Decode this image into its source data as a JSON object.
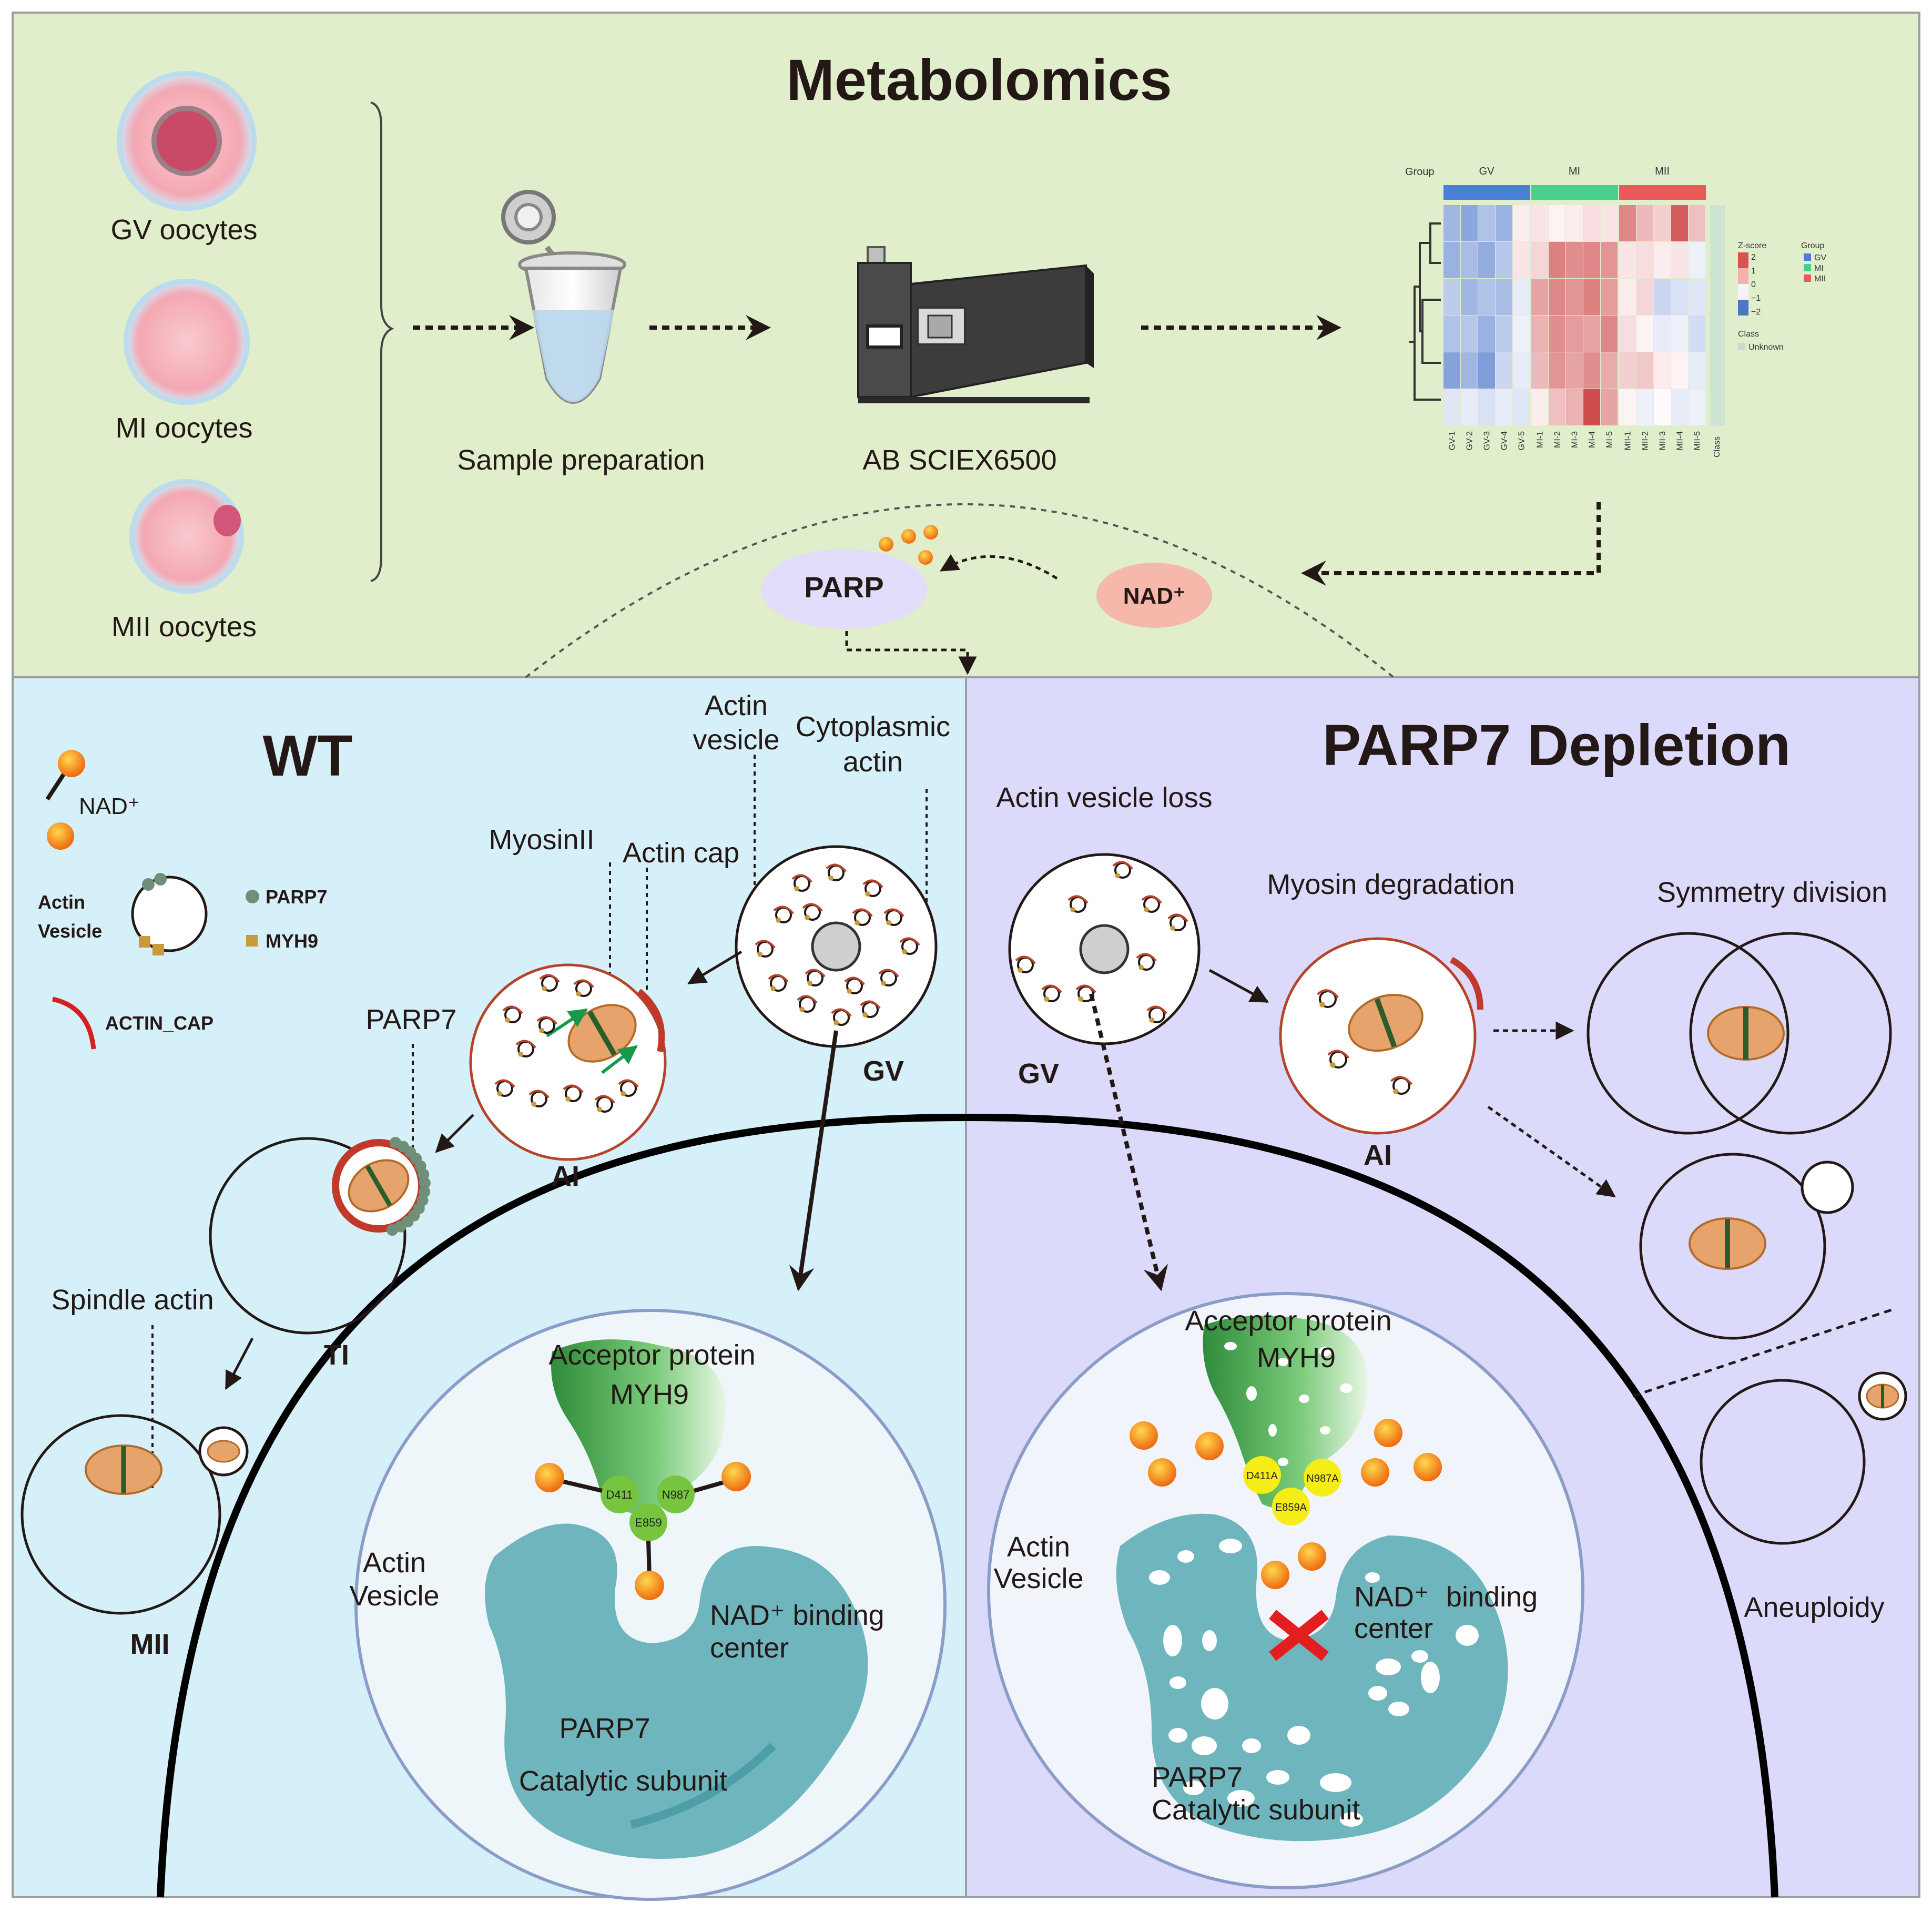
{
  "colors": {
    "top_panel_bg": "#e1eecb",
    "wt_panel_bg": "#d6f0fa",
    "depletion_panel_bg": "#dcdafa",
    "nad_dot": "#f5a623",
    "actin_cap": "#c0392b",
    "parp7_dot": "#6f8f78",
    "myh9_square": "#c99a3c",
    "catalytic": "#6fb5bd",
    "acceptor": "#5db865",
    "heatmap_red": "#d9534f",
    "heatmap_blue": "#4a78c2"
  },
  "top": {
    "title": "Metabolomics",
    "oocytes": [
      "GV oocytes",
      "MI oocytes",
      "MII oocytes"
    ],
    "sample_label": "Sample preparation",
    "instrument_label": "AB SCIEX6500",
    "parp_label": "PARP",
    "nad_label": "NAD⁺",
    "heatmap": {
      "group_label": "Group",
      "groups": [
        "GV",
        "MI",
        "MII"
      ],
      "legend_zscore": "Z-score",
      "legend_scale": [
        "2",
        "1",
        "0",
        "−1",
        "−2"
      ],
      "legend_group_title": "Group",
      "legend_groups": [
        "GV",
        "MI",
        "MII"
      ],
      "legend_class_title": "Class",
      "legend_class": "Unknown",
      "col_labels": [
        "GV-1",
        "GV-2",
        "GV-3",
        "GV-4",
        "GV-5",
        "MI-1",
        "MI-2",
        "MI-3",
        "MI-4",
        "MI-5",
        "MII-1",
        "MII-2",
        "MII-3",
        "MII-4",
        "MII-5"
      ],
      "class_label": "Class",
      "values": [
        [
          -1.2,
          -1.5,
          -1.0,
          -1.3,
          0.2,
          0.3,
          0.1,
          0.2,
          0.4,
          0.3,
          1.6,
          0.9,
          0.6,
          2.2,
          0.8
        ],
        [
          -1.3,
          -1.1,
          -1.4,
          -0.9,
          0.3,
          0.5,
          1.7,
          1.5,
          1.6,
          1.4,
          0.3,
          0.4,
          0.2,
          0.3,
          -0.1
        ],
        [
          -0.8,
          -1.2,
          -1.0,
          -1.1,
          -0.2,
          1.2,
          1.6,
          1.4,
          1.7,
          1.3,
          0.2,
          0.5,
          -0.6,
          -0.4,
          -0.3
        ],
        [
          -1.0,
          -0.9,
          -1.3,
          -0.8,
          -0.1,
          1.0,
          1.5,
          1.3,
          1.2,
          1.6,
          0.4,
          0.1,
          -0.2,
          -0.1,
          -0.5
        ],
        [
          -1.6,
          -1.2,
          -1.7,
          -0.6,
          -0.2,
          0.9,
          1.4,
          1.2,
          1.5,
          1.1,
          0.6,
          0.7,
          0.2,
          0.1,
          -0.2
        ],
        [
          -0.3,
          -0.2,
          -0.4,
          -0.2,
          -0.3,
          0.2,
          0.8,
          1.0,
          2.4,
          1.2,
          0.1,
          -0.1,
          0.0,
          -0.2,
          -0.1
        ]
      ]
    }
  },
  "wt": {
    "title": "WT",
    "legend_nad": "NAD⁺",
    "legend_vesicle": [
      "Actin",
      "Vesicle"
    ],
    "legend_parp7": "PARP7",
    "legend_myh9": "MYH9",
    "legend_actin_cap": "ACTIN_CAP",
    "label_actin_vesicle": [
      "Actin",
      "vesicle"
    ],
    "label_cytoplasmic": [
      "Cytoplasmic",
      "actin"
    ],
    "label_myosin": "MyosinII",
    "label_actin_cap": "Actin cap",
    "label_parp7": "PARP7",
    "label_spindle_actin": "Spindle actin",
    "stage_gv": "GV",
    "stage_ai": "AI",
    "stage_ti": "TI",
    "stage_mii": "MII",
    "zoom": {
      "acceptor": "Acceptor protein",
      "myh9": "MYH9",
      "sites": [
        "D411",
        "N987",
        "E859"
      ],
      "vesicle": [
        "Actin",
        "Vesicle"
      ],
      "nad_binding": [
        "NAD⁺ binding",
        "center"
      ],
      "catalytic": [
        "PARP7",
        "Catalytic subunit"
      ]
    }
  },
  "dep": {
    "title": "PARP7 Depletion",
    "label_vesicle_loss": "Actin vesicle loss",
    "label_myosin_deg": "Myosin degradation",
    "label_symmetry": "Symmetry division",
    "label_aneuploidy": "Aneuploidy",
    "stage_gv": "GV",
    "stage_ai": "AI",
    "zoom": {
      "acceptor": "Acceptor protein",
      "myh9": "MYH9",
      "sites": [
        "D411A",
        "N987A",
        "E859A"
      ],
      "vesicle": [
        "Actin",
        "Vesicle"
      ],
      "nad_binding": [
        "NAD⁺",
        "binding",
        "center"
      ],
      "catalytic": [
        "PARP7",
        "Catalytic subunit"
      ]
    }
  }
}
